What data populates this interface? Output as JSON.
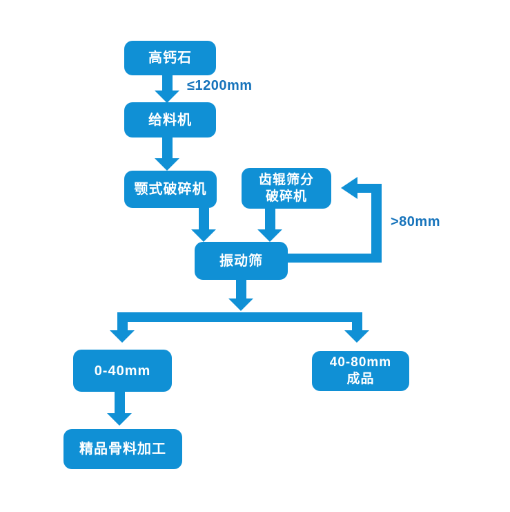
{
  "diagram": {
    "type": "flowchart",
    "colors": {
      "node_fill": "#1090d5",
      "node_text": "#ffffff",
      "edge_label_text": "#1673bb",
      "background": "#ffffff"
    },
    "nodes": {
      "source": {
        "label": "高钙石"
      },
      "feeder": {
        "label": "给料机"
      },
      "jaw_crusher": {
        "label": "颚式破碎机"
      },
      "roller_crusher": {
        "label": "齿辊筛分\n破碎机"
      },
      "vibrating_screen": {
        "label": "振动筛"
      },
      "output_small": {
        "label": "0-40mm"
      },
      "output_large": {
        "label": "40-80mm\n成品"
      },
      "premium_processing": {
        "label": "精品骨料加工"
      }
    },
    "edge_labels": {
      "feed_size": "≤1200mm",
      "oversize_return": ">80mm"
    }
  }
}
